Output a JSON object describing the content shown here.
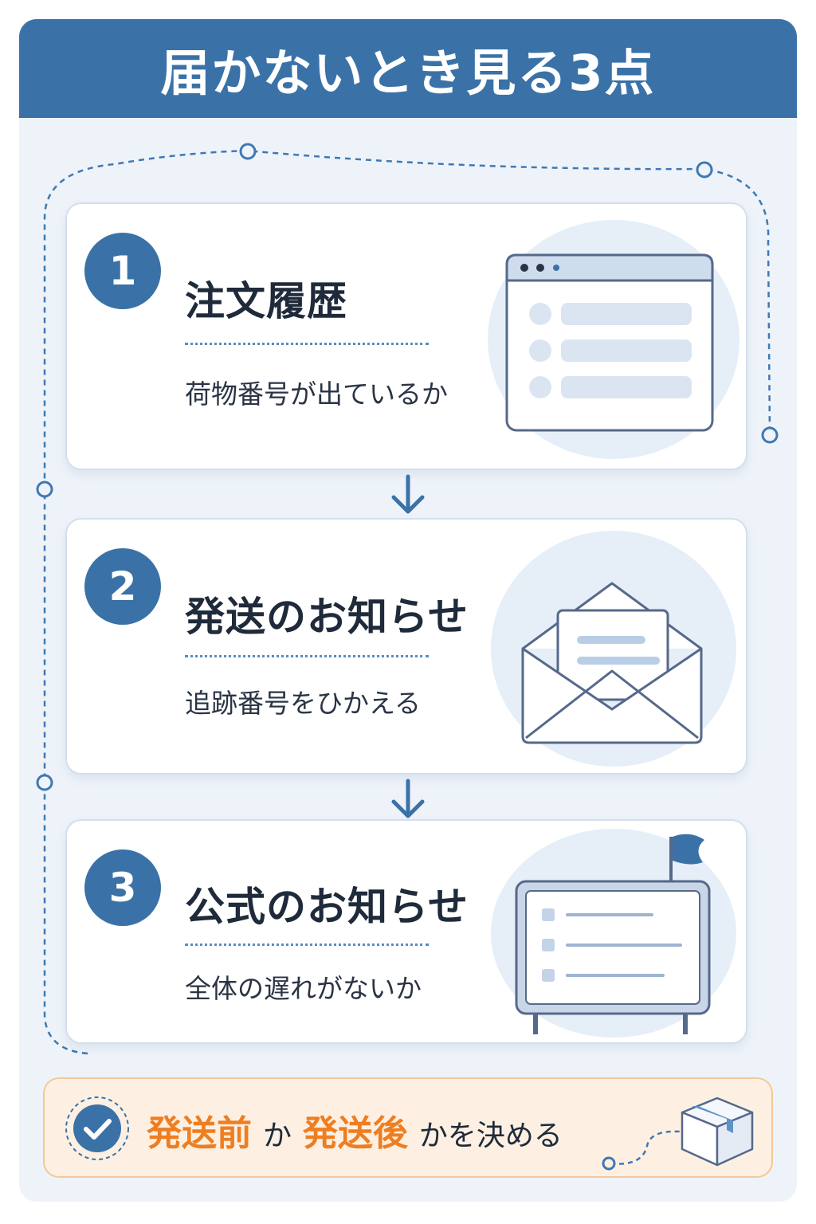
{
  "title": "届かないとき見る3点",
  "steps": [
    {
      "number": "1",
      "title": "注文履歴",
      "description": "荷物番号が出ているか",
      "icon": "browser-window-icon"
    },
    {
      "number": "2",
      "title": "発送のお知らせ",
      "description": "追跡番号をひかえる",
      "icon": "envelope-icon"
    },
    {
      "number": "3",
      "title": "公式のお知らせ",
      "description": "全体の遅れがないか",
      "icon": "notice-board-icon"
    }
  ],
  "conclusion": {
    "part1": "発送前",
    "part2": "か",
    "part3": "発送後",
    "part4": "かを決める",
    "icon": "check-circle-icon",
    "image": "package-box-icon"
  },
  "colors": {
    "primary": "#3a72a8",
    "accent": "#ee7e22",
    "background": "#eef3f9"
  }
}
